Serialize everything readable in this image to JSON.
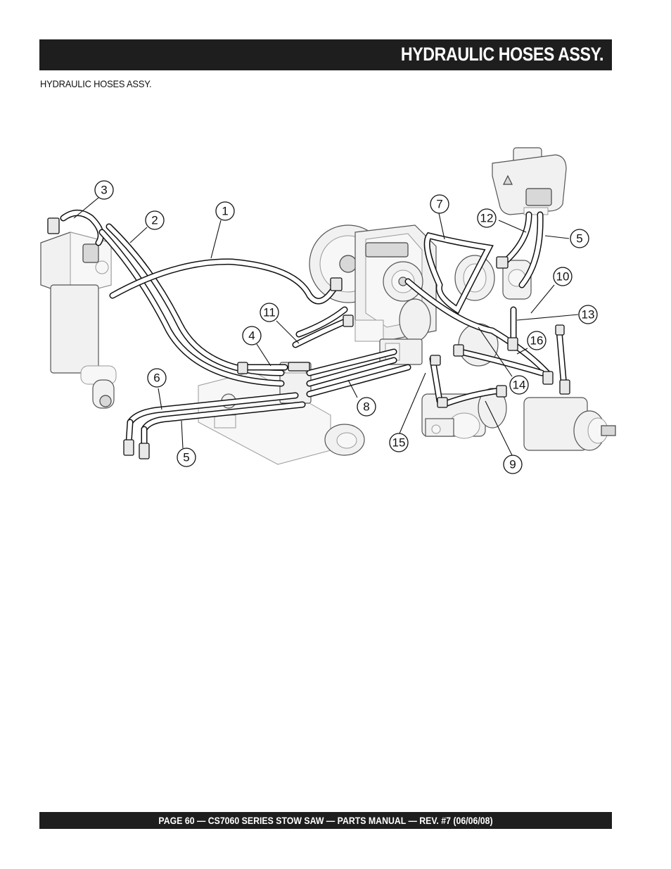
{
  "header": {
    "title": "HYDRAULIC HOSES ASSY."
  },
  "section": {
    "subtitle": "HYDRAULIC HOSES ASSY."
  },
  "footer": {
    "text": "PAGE 60 — CS7060 SERIES STOW SAW — PARTS MANUAL — REV. #7 (06/06/08)"
  },
  "callouts": [
    "1",
    "2",
    "3",
    "4",
    "5",
    "5",
    "6",
    "7",
    "8",
    "9",
    "10",
    "11",
    "12",
    "13",
    "14",
    "15",
    "16"
  ]
}
